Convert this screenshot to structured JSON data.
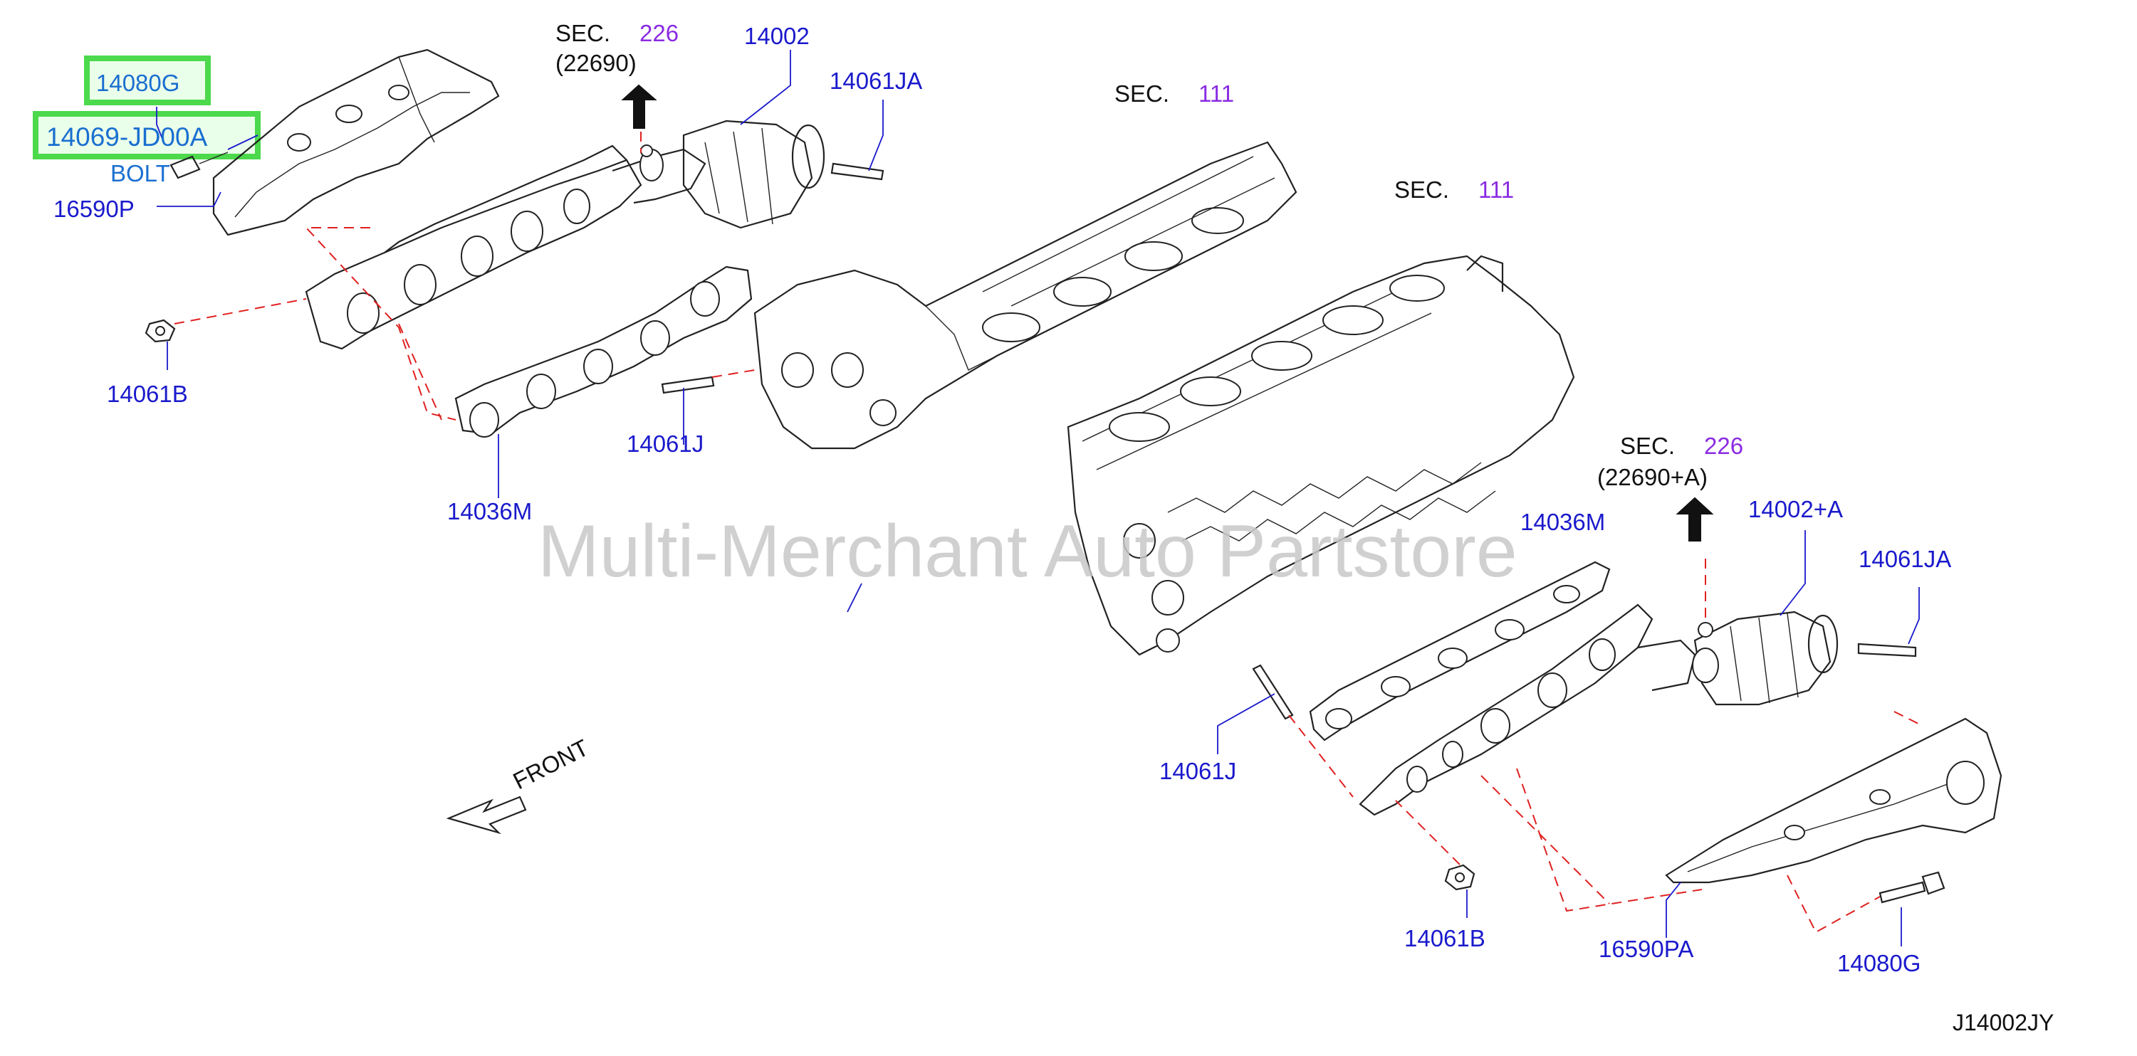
{
  "labels": {
    "p14080g_top": "14080G",
    "p14069": "14069-JD00A",
    "bolt": "BOLT",
    "p16590p": "16590P",
    "p14061b_left": "14061B",
    "p14002": "14002",
    "p14061ja_top": "14061JA",
    "p14061j_left": "14061J",
    "p14036m_left": "14036M",
    "p14036m_right": "14036M",
    "p14002a": "14002+A",
    "p14061ja_right": "14061JA",
    "p14061j_right": "14061J",
    "p14061b_right": "14061B",
    "p16590pa": "16590PA",
    "p14080g_bottom": "14080G"
  },
  "sections": {
    "sec226_top": {
      "prefix": "SEC.",
      "number": "226",
      "ref": "(22690)"
    },
    "sec111_a": {
      "prefix": "SEC.",
      "number": "111"
    },
    "sec111_b": {
      "prefix": "SEC.",
      "number": "111"
    },
    "sec226_right": {
      "prefix": "SEC.",
      "number": "226",
      "ref": "(22690+A)"
    }
  },
  "front_label": "FRONT",
  "watermark": "Multi-Merchant Auto Partstore",
  "diagram_code": "J14002JY",
  "colors": {
    "label": "#1a1acc",
    "section_number": "#8a2be2",
    "highlight_box": "#4cd94c",
    "highlight_text": "#1a6fd0",
    "leader_dash": "#e02020",
    "watermark": "#c8c8c8"
  }
}
